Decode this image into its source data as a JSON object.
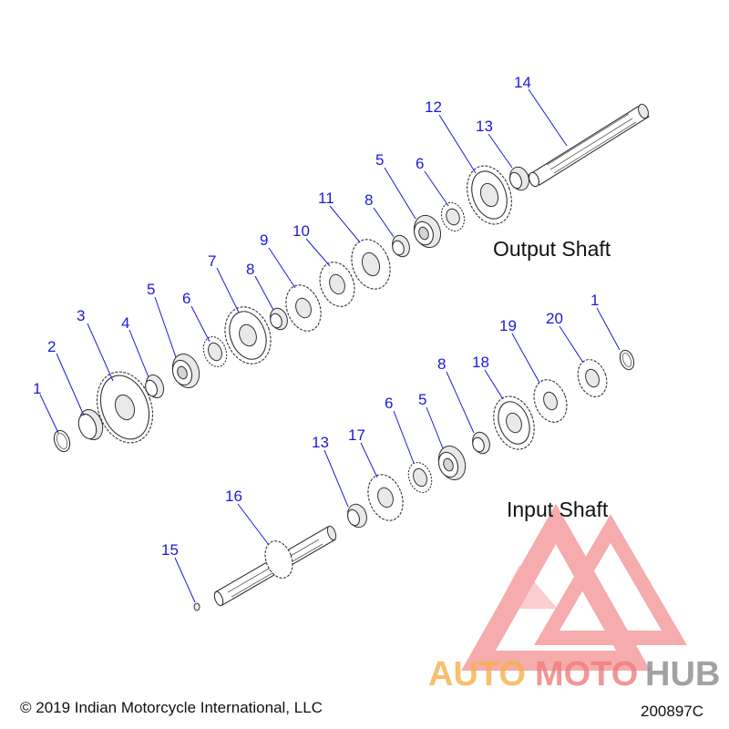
{
  "labels": {
    "output_shaft": "Output Shaft",
    "input_shaft": "Input Shaft"
  },
  "footer": {
    "copyright": "© 2019 Indian Motorcycle International, LLC",
    "diagram_code": "200897C"
  },
  "watermark": {
    "brand_part1": "AUTO",
    "brand_part2": "MOTO",
    "brand_part3": "HUB",
    "color_part1": "#f4b14a",
    "color_part2": "#f07d7d",
    "color_part3": "#8c8c8c",
    "logo_color": "#f06a6a"
  },
  "colors": {
    "callout": "#1a1ad9",
    "line_art": "#333333"
  },
  "callouts": {
    "out_1": "1",
    "out_2": "2",
    "out_3": "3",
    "out_4": "4",
    "out_5a": "5",
    "out_6a": "6",
    "out_7": "7",
    "out_8a": "8",
    "out_9": "9",
    "out_10": "10",
    "out_11": "11",
    "out_8b": "8",
    "out_5b": "5",
    "out_6b": "6",
    "out_12": "12",
    "out_13": "13",
    "out_14": "14",
    "in_1": "1",
    "in_20": "20",
    "in_19": "19",
    "in_18": "18",
    "in_8": "8",
    "in_5": "5",
    "in_6": "6",
    "in_17": "17",
    "in_13": "13",
    "in_16": "16",
    "in_15": "15"
  }
}
